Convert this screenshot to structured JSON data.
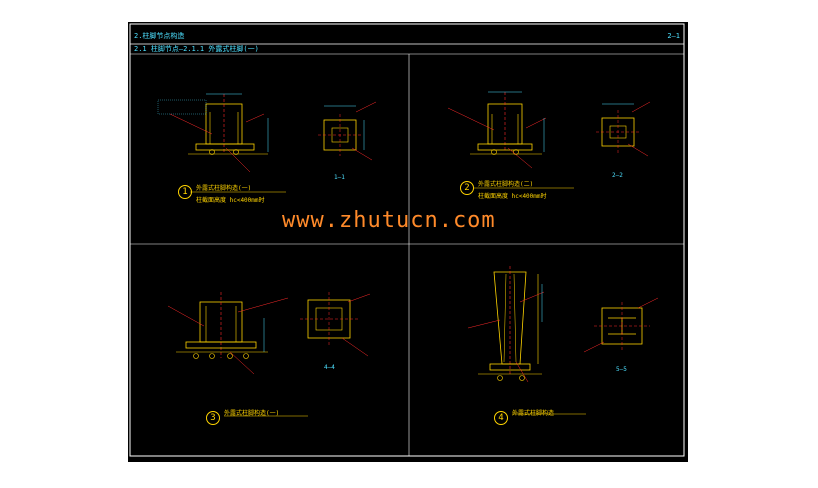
{
  "sheet": {
    "title": "2.柱脚节点构造",
    "sheet_no": "2—1",
    "subtitle": "2.1 柱脚节点—2.1.1 外露式柱脚(一)"
  },
  "panels": [
    {
      "number": "1",
      "caption": "外露式柱脚构造(一)",
      "note": "柱截面高度 hc<400mm时",
      "section": "1—1"
    },
    {
      "number": "2",
      "caption": "外露式柱脚构造(二)",
      "note": "柱截面高度 hc<400mm时",
      "section": "2—2"
    },
    {
      "number": "3",
      "caption": "外露式柱脚构造(一)",
      "note": "",
      "section": "4—4"
    },
    {
      "number": "4",
      "caption": "外露式柱脚构造",
      "note": "",
      "section": "5—5"
    }
  ],
  "watermark": "www.zhutucn.com",
  "colors": {
    "frame": "#ffffff",
    "steel": "#ffd400",
    "dim": "#4de0ff",
    "leader": "#ff2a2a",
    "axis": "#ff2a2a"
  }
}
